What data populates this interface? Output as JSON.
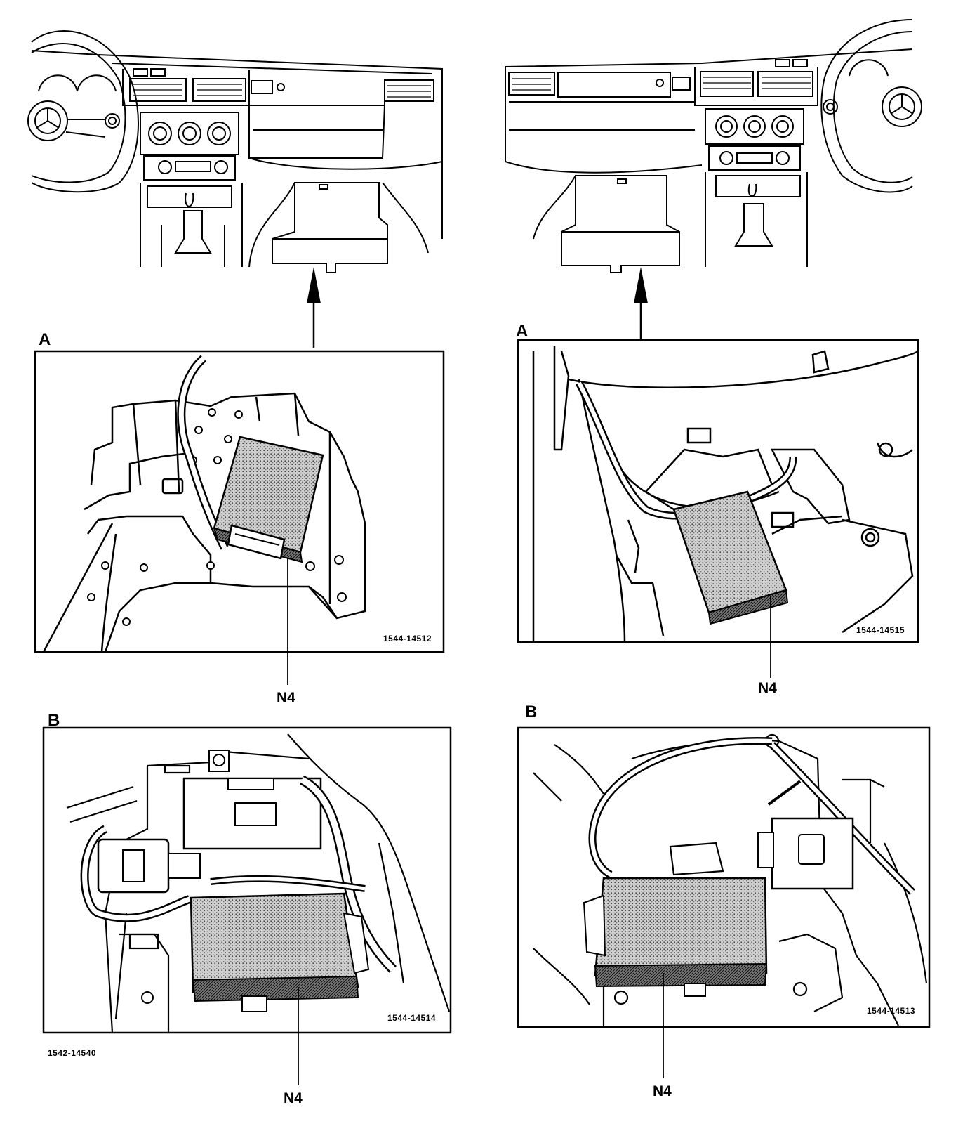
{
  "labels": {
    "view_a_left": "A",
    "view_a_right": "A",
    "view_b_left": "B",
    "view_b_right": "B",
    "n4_a_left": "N4",
    "n4_a_right": "N4",
    "n4_b_left": "N4",
    "n4_b_right": "N4"
  },
  "figure_codes": {
    "a_left": "1544-14512",
    "a_right": "1544-14515",
    "b_left": "1544-14514",
    "b_right": "1544-14513",
    "sheet": "1542-14540"
  }
}
